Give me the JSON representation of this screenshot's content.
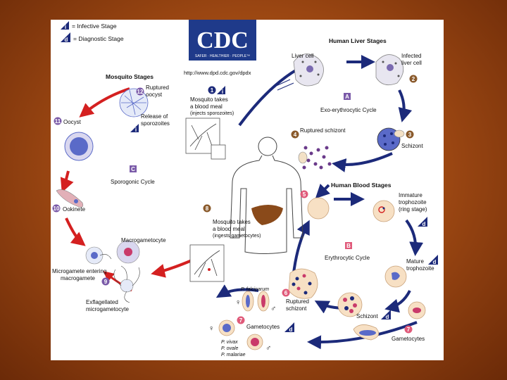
{
  "legend": {
    "infective_symbol": "i",
    "infective_label": "= Infective Stage",
    "diagnostic_symbol": "d",
    "diagnostic_label": "= Diagnostic Stage"
  },
  "logo": {
    "text": "CDC",
    "tagline": "SAFER · HEALTHIER · PEOPLE™",
    "url": "http://www.dpd.cdc.gov/dpdx"
  },
  "sections": {
    "mosquito": "Mosquito Stages",
    "liver": "Human Liver Stages",
    "blood": "Human Blood Stages"
  },
  "cycles": {
    "exo": {
      "letter": "A",
      "label": "Exo-erythrocytic Cycle"
    },
    "erythro": {
      "letter": "B",
      "label": "Erythrocytic Cycle"
    },
    "sporo": {
      "letter": "C",
      "label": "Sporogonic Cycle"
    }
  },
  "stages": {
    "s1": {
      "num": "1",
      "line1": "Mosquito takes",
      "line2": "a blood meal",
      "line3": "(injects sporozoites)"
    },
    "s2": {
      "num": "2",
      "line1": "Infected",
      "line2": "liver cell"
    },
    "s3": {
      "num": "3",
      "line1": "Schizont"
    },
    "s4": {
      "num": "4",
      "line1": "Ruptured schizont"
    },
    "s5": {
      "num": "5"
    },
    "s6": {
      "num": "6",
      "line1": "Ruptured",
      "line2": "schizont"
    },
    "s7": {
      "num": "7",
      "line1": "Gametocytes"
    },
    "s7b": {
      "num": "7",
      "line1": "Gametocytes"
    },
    "s8": {
      "num": "8",
      "line1": "Mosquito takes",
      "line2": "a blood meal",
      "line3": "(ingests gametocytes)"
    },
    "s9": {
      "num": "9",
      "line1": "Microgamete entering",
      "line2": "macrogamete"
    },
    "s10": {
      "num": "10",
      "line1": "Ookinete"
    },
    "s11": {
      "num": "11",
      "line1": "Oocyst"
    },
    "s12": {
      "num": "12",
      "line1": "Ruptured",
      "line2": "oocyst"
    }
  },
  "labels": {
    "liver_cell": "Liver cell",
    "release": "Release of",
    "release2": "sporozoites",
    "immature": "Immature",
    "immature2": "trophozoite",
    "immature3": "(ring stage)",
    "mature": "Mature",
    "mature2": "trophozoite",
    "schizont": "Schizont",
    "macrogametocyte": "Macrogametocyte",
    "exflag": "Exflagellated",
    "exflag2": "microgametocyte",
    "falciparum": "P. falciparum",
    "vivax": "P. vivax",
    "ovale": "P. ovale",
    "malariae": "P. malariae",
    "female": "♀",
    "male": "♂"
  },
  "colors": {
    "human_arrow": "#1c2a7a",
    "mosquito_arrow": "#d42020",
    "badge_num": "#8a5a2b",
    "badge_pink": "#e05a7a",
    "badge_cycle": "#7a5aa8",
    "liver": "#8a4a1a",
    "logo_blue": "#1f3a8a"
  }
}
